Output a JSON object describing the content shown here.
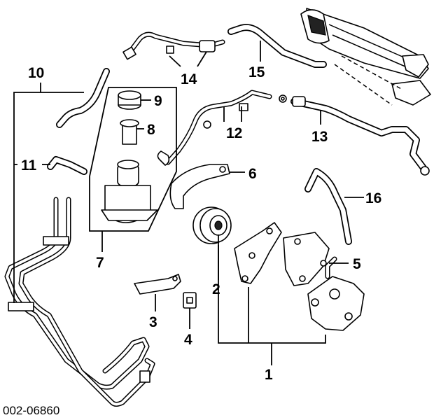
{
  "diagram": {
    "figure_code": "002-06860",
    "callouts": {
      "c1": "1",
      "c2": "2",
      "c3": "3",
      "c4": "4",
      "c5": "5",
      "c6": "6",
      "c7": "7",
      "c8": "8",
      "c9": "9",
      "c10": "10",
      "c11": "11",
      "c12": "12",
      "c13": "13",
      "c14": "14",
      "c15": "15",
      "c16": "16"
    }
  }
}
